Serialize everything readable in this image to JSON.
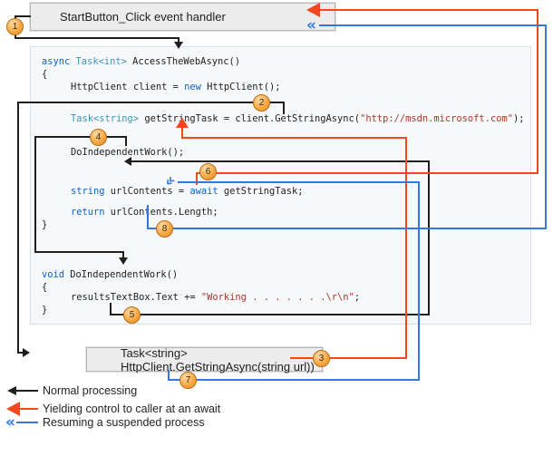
{
  "diagram": {
    "event_handler_box": "StartButton_Click event handler",
    "getstringasync_box": "Task<string> HttpClient.GetStringAsync(string url))",
    "steps": [
      "1",
      "2",
      "3",
      "4",
      "5",
      "6",
      "7",
      "8"
    ],
    "code": [
      [
        {
          "t": "kw",
          "s": "async"
        },
        {
          "t": "pl",
          "s": " "
        },
        {
          "t": "ty",
          "s": "Task<int>"
        },
        {
          "t": "pl",
          "s": " AccessTheWebAsync()"
        }
      ],
      [
        {
          "t": "pl",
          "s": "{"
        }
      ],
      [
        {
          "t": "pl",
          "s": "HttpClient client = "
        },
        {
          "t": "kw",
          "s": "new"
        },
        {
          "t": "pl",
          "s": " HttpClient();"
        }
      ],
      [
        {
          "t": "ty",
          "s": "Task<string>"
        },
        {
          "t": "pl",
          "s": " getStringTask = client.GetStringAsync("
        },
        {
          "t": "str",
          "s": "\"http://msdn.microsoft.com\""
        },
        {
          "t": "pl",
          "s": ");"
        }
      ],
      [
        {
          "t": "pl",
          "s": "DoIndependentWork();"
        }
      ],
      [
        {
          "t": "kw",
          "s": "string"
        },
        {
          "t": "pl",
          "s": " urlContents = "
        },
        {
          "t": "kw",
          "s": "await"
        },
        {
          "t": "pl",
          "s": " getStringTask;"
        }
      ],
      [
        {
          "t": "kw",
          "s": "return"
        },
        {
          "t": "pl",
          "s": " urlContents.Length;"
        }
      ],
      [
        {
          "t": "pl",
          "s": "}"
        }
      ],
      [
        {
          "t": "kw",
          "s": "void"
        },
        {
          "t": "pl",
          "s": " DoIndependentWork()"
        }
      ],
      [
        {
          "t": "pl",
          "s": "{"
        }
      ],
      [
        {
          "t": "pl",
          "s": "resultsTextBox.Text += "
        },
        {
          "t": "str",
          "s": "\"Working . . . . . . .\\r\\n\""
        },
        {
          "t": "pl",
          "s": ";"
        }
      ],
      [
        {
          "t": "pl",
          "s": "}"
        }
      ]
    ],
    "legend": [
      {
        "label": "Normal processing",
        "arrow": "black-arrow",
        "color": "#1f1f1f"
      },
      {
        "label": "Yielding control to caller at an await",
        "arrow": "red-arrow",
        "color": "#f2481f"
      },
      {
        "label": "Resuming a suspended process",
        "arrow": "blue-double-chevron-arrow",
        "color": "#3578dc"
      }
    ],
    "colors": {
      "normal_processing": "#1f1f1f",
      "yield_control": "#f2481f",
      "resume_process": "#3578dc",
      "keyword": "#0e63be",
      "type": "#3d93b8",
      "string_literal": "#a5372b",
      "step_circle": "#ee8c1c",
      "box_fill": "#ececec",
      "code_box_fill": "#f7f8fa"
    }
  }
}
